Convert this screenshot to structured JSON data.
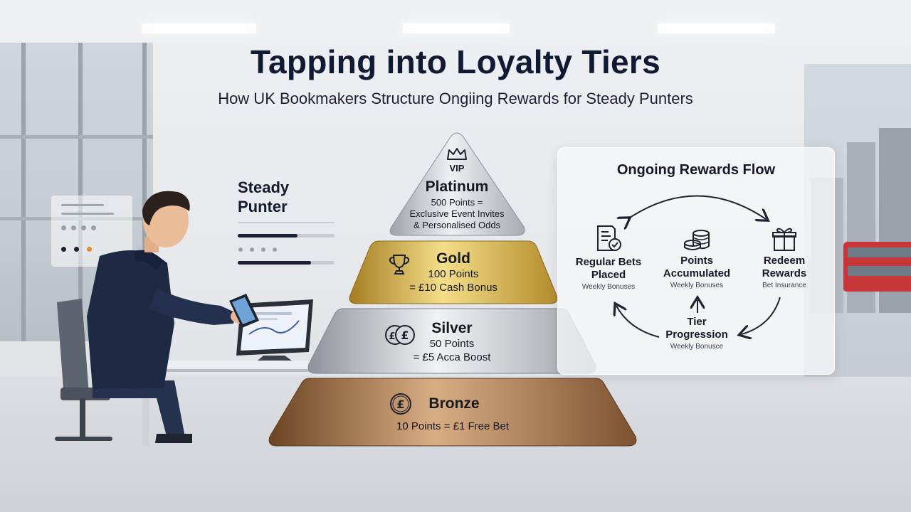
{
  "header": {
    "title": "Tapping into Loyalty Tiers",
    "subtitle": "How UK Bookmakers Structure Ongiing Rewards for Steady Punters"
  },
  "punter": {
    "label": "Steady Punter",
    "progress": [
      0.62,
      0.75
    ]
  },
  "pyramid": {
    "tiers": [
      {
        "badge": "VIP",
        "name": "Platinum",
        "line1": "500 Points =",
        "line2": "Exclusive Event Invites",
        "line3": "& Personalised Odds",
        "icon": "crown-icon"
      },
      {
        "name": "Gold",
        "line1": "100 Points",
        "line2": "= £10 Cash Bonus",
        "icon": "trophy-icon"
      },
      {
        "name": "Silver",
        "line1": "50 Points",
        "line2": "= £5 Acca Boost",
        "icon": "pound-coins-icon"
      },
      {
        "name": "Bronze",
        "line1": "10 Points = £1 Free Bet",
        "icon": "pound-coin-icon"
      }
    ]
  },
  "flow": {
    "title": "Ongoing Rewards Flow",
    "nodes": {
      "bets": {
        "label1": "Regular Bets",
        "label2": "Placed",
        "sub": "Weekly Bonuses",
        "icon": "bet-slip-icon"
      },
      "points": {
        "label1": "Points",
        "label2": "Accumulated",
        "sub": "Weekly Bonuses",
        "icon": "coin-stack-icon"
      },
      "redeem": {
        "label1": "Redeem",
        "label2": "Rewards",
        "sub": "Bet Insurance",
        "icon": "gift-icon"
      },
      "progression": {
        "label1": "Tier",
        "label2": "Progression",
        "sub": "Weekly Bonusce"
      }
    }
  },
  "colors": {
    "bronze": "#9a6a3e",
    "silver": "#b9bcc1",
    "gold": "#c9a437",
    "platinum": "#c6c9ce",
    "title": "#101a33"
  }
}
